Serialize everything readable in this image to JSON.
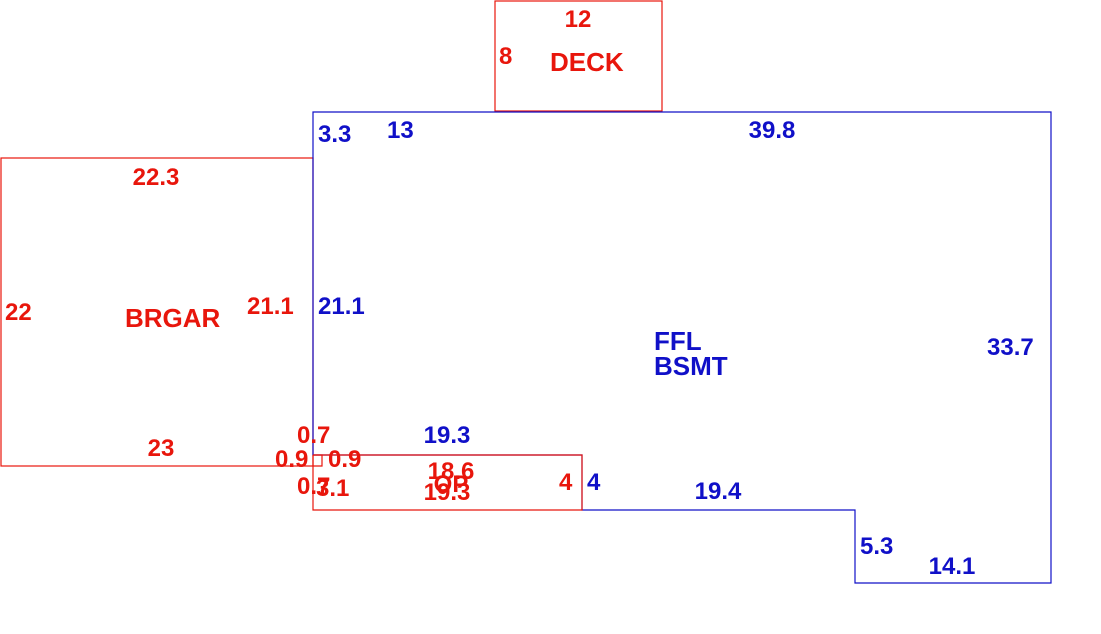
{
  "colors": {
    "red": "#e8160c",
    "blue": "#1010c8"
  },
  "areas": {
    "deck": {
      "name": "DECK",
      "dims": {
        "top": "12",
        "left": "8"
      }
    },
    "garage": {
      "name": "BRGAR",
      "dims": {
        "top": "22.3",
        "left": "22",
        "right": "21.1",
        "bottom": "23"
      }
    },
    "main": {
      "name_line1": "FFL",
      "name_line2": "BSMT",
      "dims": {
        "top_left_short": "3.3",
        "top_left": "13",
        "top": "39.8",
        "right": "33.7",
        "left": "21.1",
        "step_top": "19.3",
        "step_right": "4",
        "bottom_mid": "19.4",
        "notch_left": "5.3",
        "bottom_right": "14.1"
      }
    },
    "porch": {
      "name": "OP",
      "dims": {
        "a": "0.7",
        "b": "0.9",
        "c": "0.9",
        "d": "0.7",
        "e": "3.1",
        "top": "18.6",
        "bottom": "19.3",
        "right": "4"
      }
    }
  }
}
